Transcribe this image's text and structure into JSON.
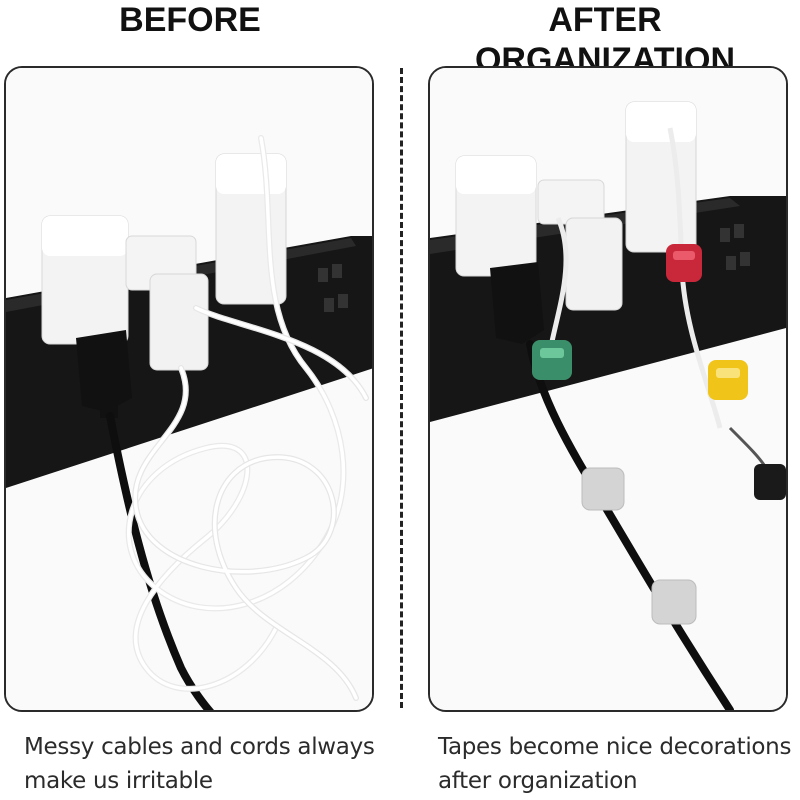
{
  "before": {
    "heading": "BEFORE",
    "caption_line1": "Messy cables and cords always",
    "caption_line2": "make us irritable"
  },
  "after": {
    "heading": "AFTER ORGANIZATION",
    "caption_line1": "Tapes become nice decorations",
    "caption_line2": "after organization"
  },
  "colors": {
    "power_strip": "#161616",
    "clip_green": "#3a8f6a",
    "clip_red": "#c8283a",
    "clip_yellow": "#f0c419",
    "clip_gray": "#d4d4d4"
  }
}
